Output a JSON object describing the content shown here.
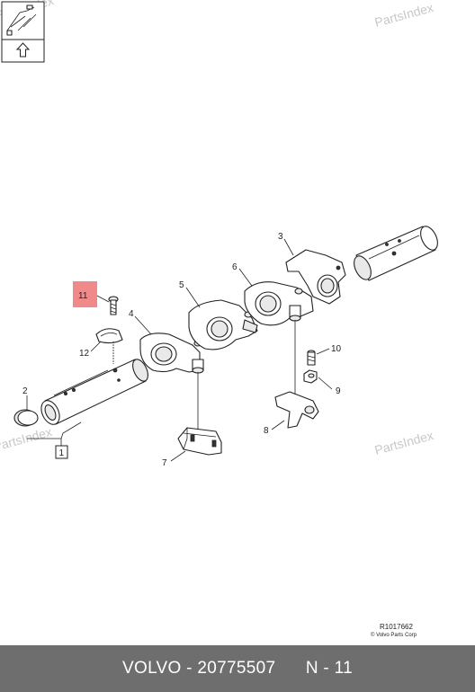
{
  "watermark": "PartsIndex",
  "callouts": {
    "c1": "1",
    "c2": "2",
    "c3": "3",
    "c4": "4",
    "c5": "5",
    "c6": "6",
    "c7": "7",
    "c8": "8",
    "c9": "9",
    "c10": "10",
    "c11": "11",
    "c12": "12"
  },
  "highlight_color": "#f08a8a",
  "reference": {
    "code": "R1017662",
    "copyright": "© Volvo Parts Corp"
  },
  "footer": {
    "brand": "VOLVO",
    "separator": "-",
    "part_number": "20775507",
    "position": "N - 11"
  }
}
